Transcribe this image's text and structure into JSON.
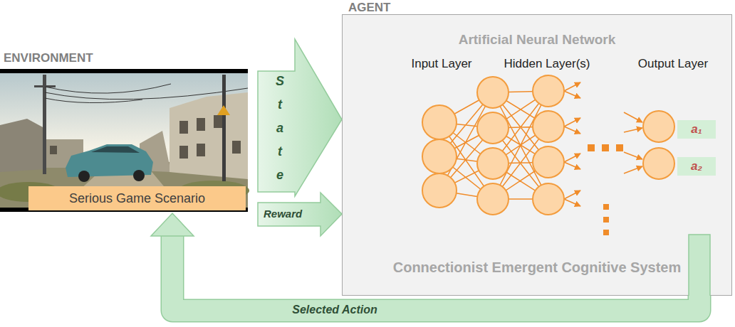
{
  "diagram": {
    "nodes": [
      {
        "text": [
          "ENVIRONMENT"
        ]
      },
      {
        "text": [
          "Serious Game Scenario"
        ],
        "in": 0
      },
      {
        "text": [
          "AGENT",
          "Artificial Neural Network",
          "Connectionist Emergent Cognitive System"
        ]
      },
      {
        "text": [
          "a₁"
        ],
        "in": 2
      },
      {
        "text": [
          "a₂"
        ],
        "in": 2
      }
    ],
    "edges": [
      {
        "from": 0,
        "to": 2,
        "label": "State",
        "arrow": "to"
      },
      {
        "from": 0,
        "to": 2,
        "label": "Reward",
        "arrow": "to"
      },
      {
        "from": 2,
        "to": 0,
        "label": "Selected Action",
        "arrow": "to"
      }
    ],
    "labels": [
      "Input Layer",
      "Hidden Layer(s)",
      "Output Layer"
    ]
  }
}
